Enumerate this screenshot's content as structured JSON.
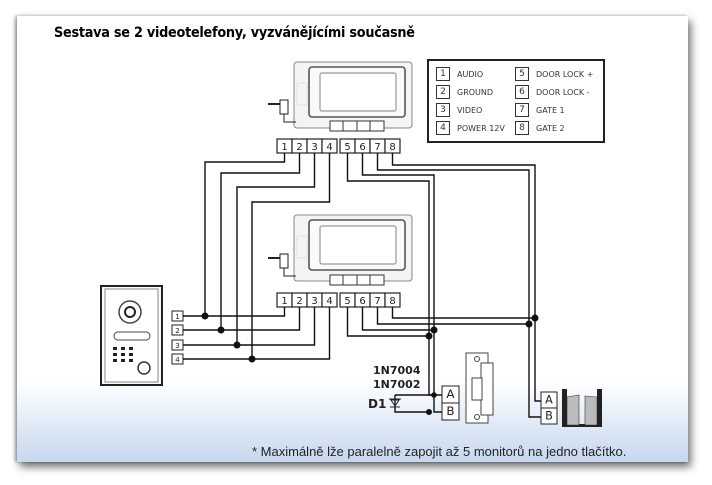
{
  "title": "Sestava se 2 videotelefony, vyzvánějícími současně",
  "legend": {
    "items": [
      {
        "num": "1",
        "label": "AUDIO"
      },
      {
        "num": "2",
        "label": "GROUND"
      },
      {
        "num": "3",
        "label": "VIDEO"
      },
      {
        "num": "4",
        "label": "POWER 12V"
      },
      {
        "num": "5",
        "label": "DOOR LOCK +"
      },
      {
        "num": "6",
        "label": "DOOR LOCK -"
      },
      {
        "num": "7",
        "label": "GATE 1"
      },
      {
        "num": "8",
        "label": "GATE 2"
      }
    ]
  },
  "monitors": [
    {
      "name": "monitor-1",
      "terminals": [
        "1",
        "2",
        "3",
        "4",
        "5",
        "6",
        "7",
        "8"
      ]
    },
    {
      "name": "monitor-2",
      "terminals": [
        "1",
        "2",
        "3",
        "4",
        "5",
        "6",
        "7",
        "8"
      ]
    }
  ],
  "door_station": {
    "terminals": [
      "1",
      "2",
      "3",
      "4"
    ]
  },
  "lock": {
    "terminals": [
      "A",
      "B"
    ]
  },
  "gate": {
    "terminals": [
      "A",
      "B"
    ]
  },
  "diode": {
    "label": "D1",
    "types": [
      "1N7004",
      "1N7002"
    ]
  },
  "footnote": "* Maximálně lže paralelně zapojit až 5 monitorů na jedno tlačítko."
}
